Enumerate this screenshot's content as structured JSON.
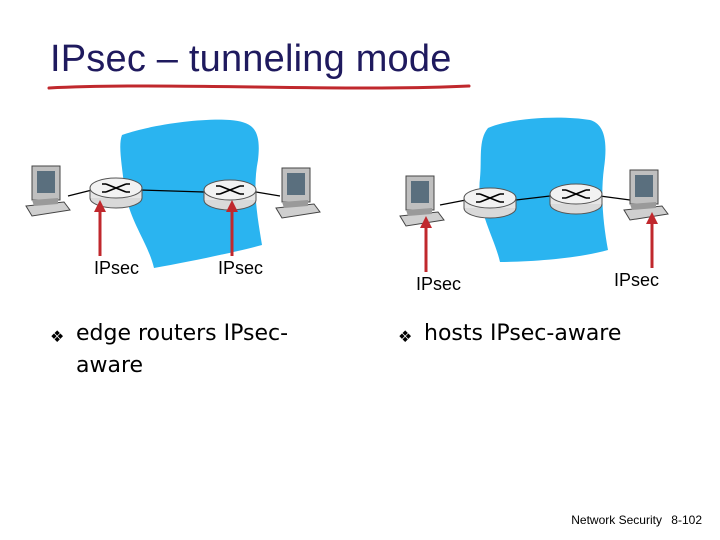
{
  "slide": {
    "title": "IPsec – tunneling mode",
    "left": {
      "label_left": "IPsec",
      "label_right": "IPsec",
      "bullet": "edge routers IPsec-aware"
    },
    "right": {
      "label_left": "IPsec",
      "label_right": "IPsec",
      "bullet": "hosts IPsec-aware"
    },
    "footer": {
      "course": "Network Security",
      "page": "8-102"
    }
  },
  "colors": {
    "title": "#1f1a5e",
    "underline": "#c0282d",
    "cloud": "#2ab4f0",
    "arrow": "#c0282d"
  },
  "icons": [
    "computer-icon",
    "router-icon",
    "arrow-up-icon",
    "bullet-icon"
  ]
}
